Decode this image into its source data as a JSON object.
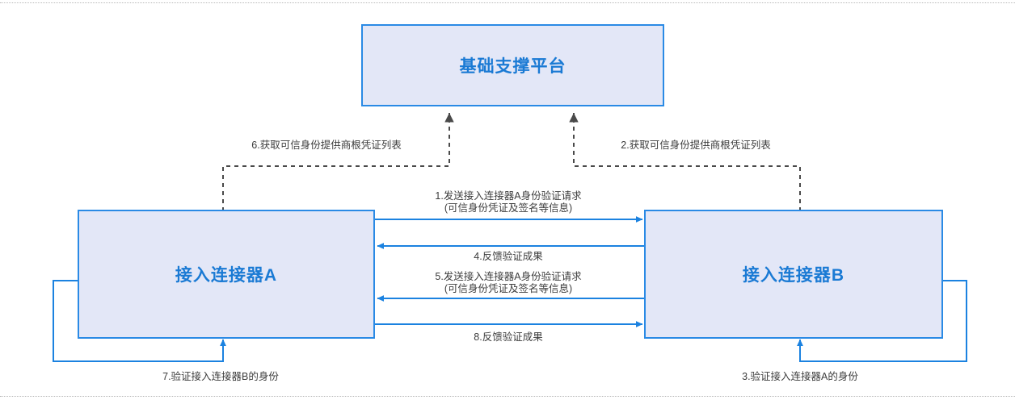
{
  "diagram": {
    "title_text_color": "#1a7ad4",
    "node_fill": "#e3e7f7",
    "node_stroke": "#2a8ae5",
    "solid_edge_color": "#1b82e0",
    "dashed_edge_color": "#4a4a4a",
    "label_color": "#3c3c3c",
    "nodes": [
      {
        "id": "platform",
        "label": "基础支撑平台"
      },
      {
        "id": "connector-a",
        "label": "接入连接器A"
      },
      {
        "id": "connector-b",
        "label": "接入连接器B"
      }
    ],
    "edges": [
      {
        "id": "edge-6",
        "style": "dashed",
        "from": "connector-a",
        "to": "platform",
        "label_line1": "6.获取可信身份提供商根凭证列表",
        "label_line2": ""
      },
      {
        "id": "edge-2",
        "style": "dashed",
        "from": "connector-b",
        "to": "platform",
        "label_line1": "2.获取可信身份提供商根凭证列表",
        "label_line2": ""
      },
      {
        "id": "edge-1",
        "style": "solid",
        "from": "connector-a",
        "to": "connector-b",
        "label_line1": "1.发送接入连接器A身份验证请求",
        "label_line2": "(可信身份凭证及签名等信息)"
      },
      {
        "id": "edge-4",
        "style": "solid",
        "from": "connector-b",
        "to": "connector-a",
        "label_line1": "4.反馈验证成果",
        "label_line2": ""
      },
      {
        "id": "edge-5",
        "style": "solid",
        "from": "connector-b",
        "to": "connector-a",
        "label_line1": "5.发送接入连接器A身份验证请求",
        "label_line2": "(可信身份凭证及签名等信息)"
      },
      {
        "id": "edge-8",
        "style": "solid",
        "from": "connector-a",
        "to": "connector-b",
        "label_line1": "8.反馈验证成果",
        "label_line2": ""
      },
      {
        "id": "edge-7",
        "style": "solid",
        "from": "connector-a",
        "to": "connector-a",
        "label_line1": "7.验证接入连接器B的身份",
        "label_line2": ""
      },
      {
        "id": "edge-3",
        "style": "solid",
        "from": "connector-b",
        "to": "connector-b",
        "label_line1": "3.验证接入连接器A的身份",
        "label_line2": ""
      }
    ]
  }
}
